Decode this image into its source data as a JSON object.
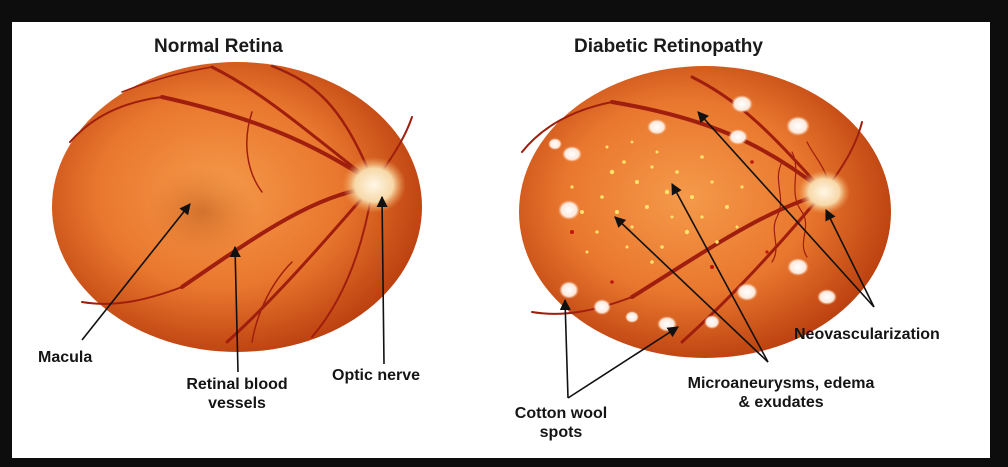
{
  "panels": [
    {
      "title": "Normal Retina",
      "labels": {
        "macula": "Macula",
        "vessels_line1": "Retinal blood",
        "vessels_line2": "vessels",
        "optic": "Optic nerve"
      }
    },
    {
      "title": "Diabetic Retinopathy",
      "labels": {
        "neovascularization": "Neovascularization",
        "micro_line1": "Microaneurysms, edema",
        "micro_line2": "& exudates",
        "cotton_line1": "Cotton wool",
        "cotton_line2": "spots"
      }
    }
  ],
  "colors": {
    "frame": "#0d0d0d",
    "background": "#ffffff",
    "retina_center": "#f08a3c",
    "retina_edge": "#c2410c",
    "vessel": "#a01e0e",
    "optic_disc": "#fbe7c4",
    "exudate": "#ffe36b",
    "cotton_spot": "#fff6ea"
  }
}
